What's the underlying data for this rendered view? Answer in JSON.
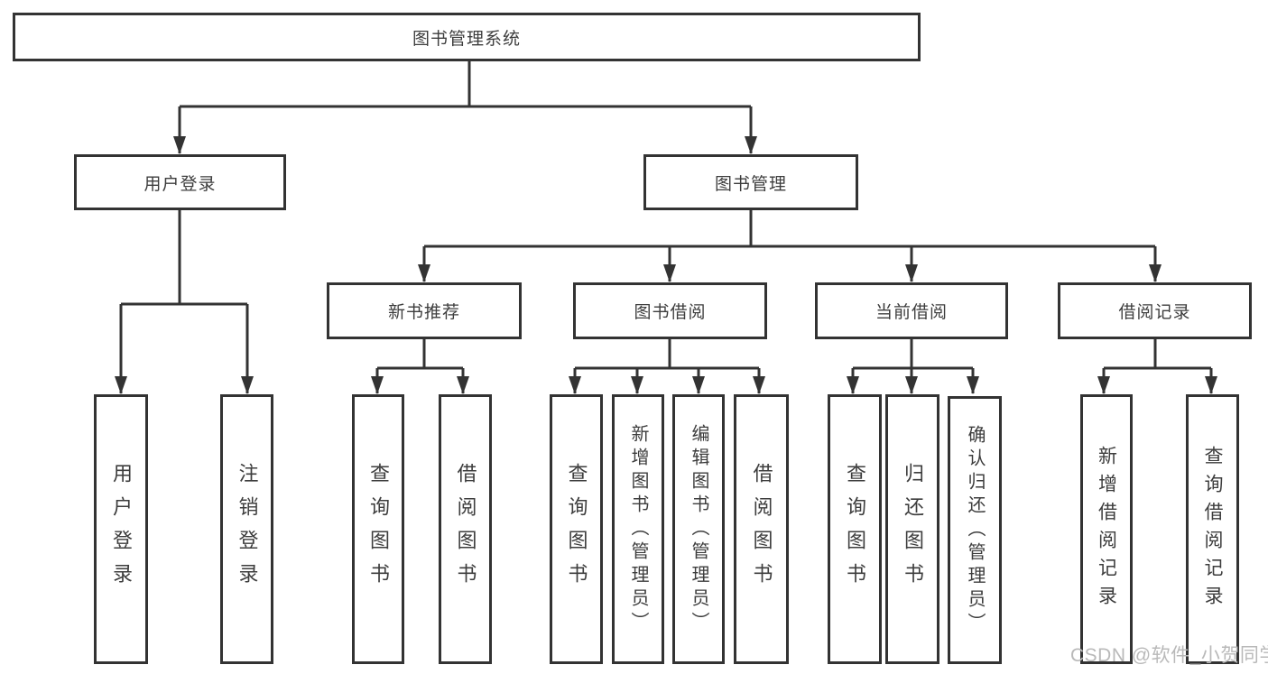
{
  "diagram_title": "图书管理系统",
  "nodes": {
    "root": {
      "label": "图书管理系统"
    },
    "level2": [
      {
        "id": "user-login",
        "label": "用户登录"
      },
      {
        "id": "book-management",
        "label": "图书管理"
      }
    ],
    "level3": [
      {
        "id": "new-book-recommend",
        "label": "新书推荐",
        "parent": "图书管理"
      },
      {
        "id": "book-borrowing",
        "label": "图书借阅",
        "parent": "图书管理"
      },
      {
        "id": "current-borrowing",
        "label": "当前借阅",
        "parent": "图书管理"
      },
      {
        "id": "borrowing-records",
        "label": "借阅记录",
        "parent": "图书管理"
      }
    ],
    "leaves": [
      {
        "id": "user-login-leaf",
        "label": "用户登录",
        "parent": "用户登录"
      },
      {
        "id": "logout",
        "label": "注销登录",
        "parent": "用户登录"
      },
      {
        "id": "query-books-recommend",
        "label": "查询图书",
        "parent": "新书推荐"
      },
      {
        "id": "borrow-books-recommend",
        "label": "借阅图书",
        "parent": "新书推荐"
      },
      {
        "id": "query-books-borrowing",
        "label": "查询图书",
        "parent": "图书借阅"
      },
      {
        "id": "add-books-admin",
        "label": "新增图书（管理员）",
        "parent": "图书借阅"
      },
      {
        "id": "edit-books-admin",
        "label": "编辑图书（管理员）",
        "parent": "图书借阅"
      },
      {
        "id": "borrow-books-borrowing",
        "label": "借阅图书",
        "parent": "图书借阅"
      },
      {
        "id": "query-books-current",
        "label": "查询图书",
        "parent": "当前借阅"
      },
      {
        "id": "return-books",
        "label": "归还图书",
        "parent": "当前借阅"
      },
      {
        "id": "confirm-return-admin",
        "label": "确认归还（管理员）",
        "parent": "当前借阅"
      },
      {
        "id": "add-borrow-record",
        "label": "新增借阅记录",
        "parent": "借阅记录"
      },
      {
        "id": "query-borrow-record",
        "label": "查询借阅记录",
        "parent": "借阅记录"
      }
    ]
  },
  "watermark": {
    "text": "CSDN @软件_小贺同学"
  },
  "colors": {
    "line": "#333333",
    "box_border": "#333333",
    "text": "#3d3d3d",
    "background": "#ffffff",
    "watermark": "#b9b9b9"
  }
}
